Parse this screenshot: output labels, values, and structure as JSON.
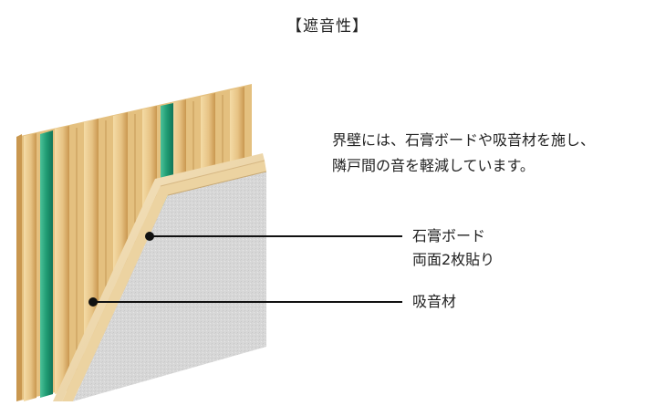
{
  "title": "【遮音性】",
  "description": {
    "line1": "界壁には、石膏ボードや吸音材を施し、",
    "line2": "隣戸間の音を軽減しています。"
  },
  "callouts": {
    "gypsum": {
      "line1": "石膏ボード",
      "line2": "両面2枚貼り"
    },
    "absorber": {
      "line1": "吸音材"
    }
  },
  "colors": {
    "wood": "#e9c98a",
    "wood_dark": "#c99a52",
    "absorber": "#2a9a76",
    "board": "#dcdcdc",
    "board_edge": "#efdcb4"
  }
}
